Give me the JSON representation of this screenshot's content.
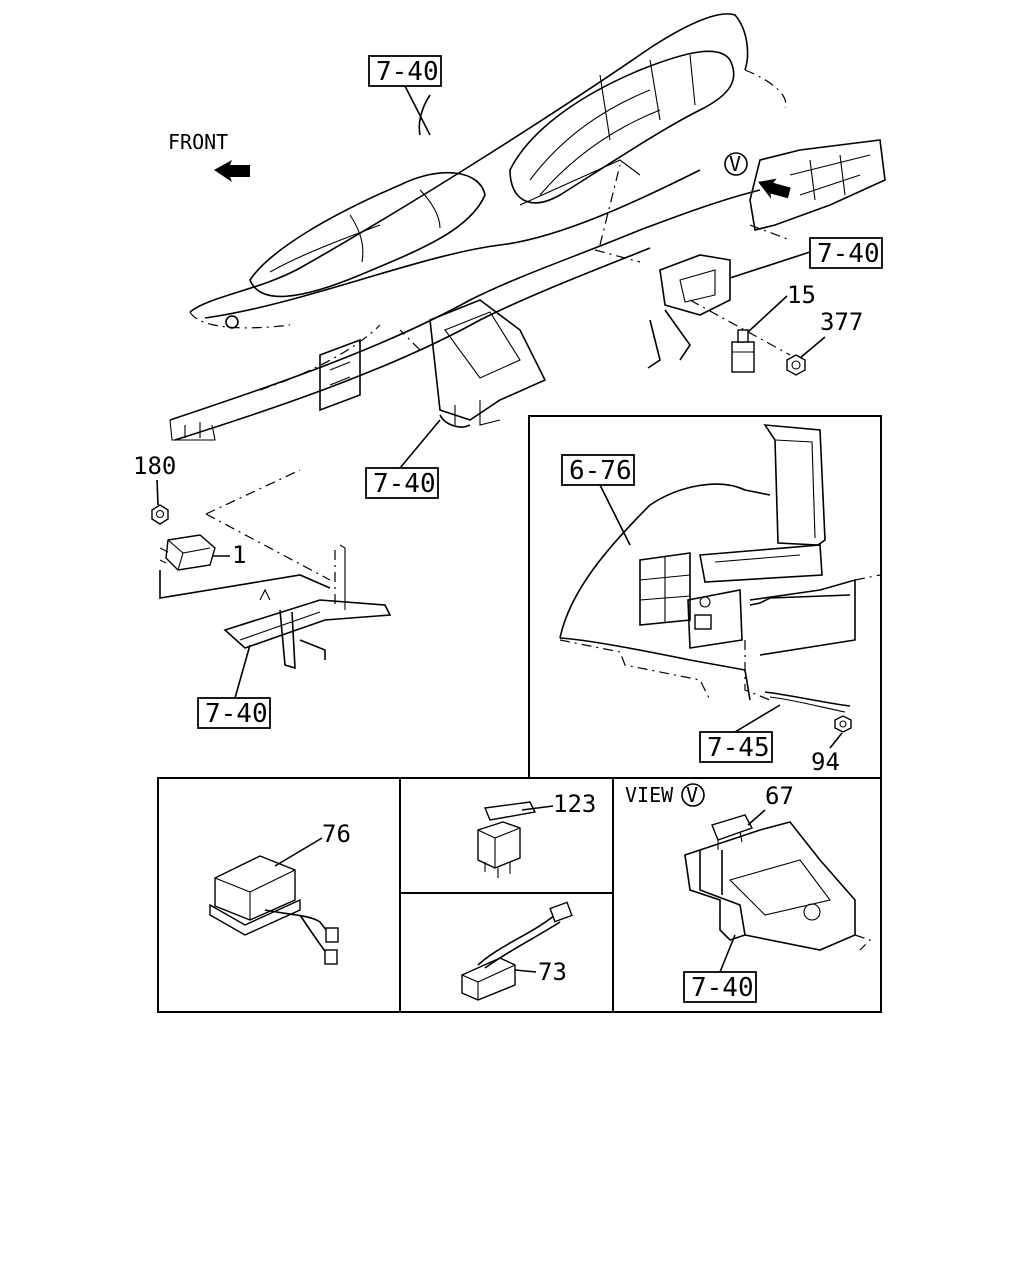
{
  "labels": {
    "front": "FRONT",
    "view_circle": "V",
    "view_caption": "VIEW",
    "ref_7_40": "7-40",
    "ref_6_76": "6-76",
    "ref_7_45": "7-45",
    "p1": "1",
    "p15": "15",
    "p67": "67",
    "p73": "73",
    "p76": "76",
    "p94": "94",
    "p123": "123",
    "p180": "180",
    "p377": "377"
  }
}
